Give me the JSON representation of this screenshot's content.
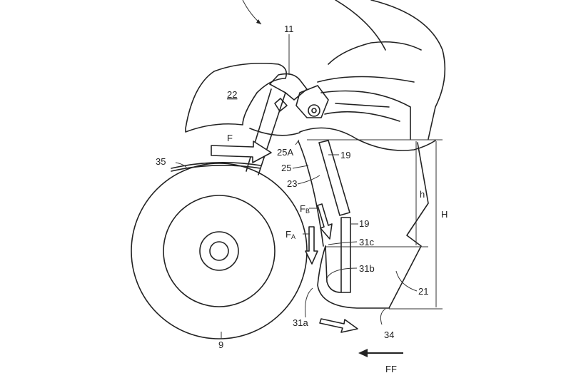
{
  "figure": {
    "labels": {
      "l11": "11",
      "l22": "22",
      "lF": "F",
      "l25A": "25A",
      "l19a": "19",
      "l35": "35",
      "l25": "25",
      "l23": "23",
      "lh": "h",
      "lH": "H",
      "lFB_main": "F",
      "lFB_sub": "B",
      "l19b": "19",
      "lFA_main": "F",
      "lFA_sub": "A",
      "l31c": "31c",
      "l31b": "31b",
      "l21": "21",
      "l31a": "31a",
      "l34": "34",
      "l9": "9",
      "lFF": "FF"
    }
  }
}
